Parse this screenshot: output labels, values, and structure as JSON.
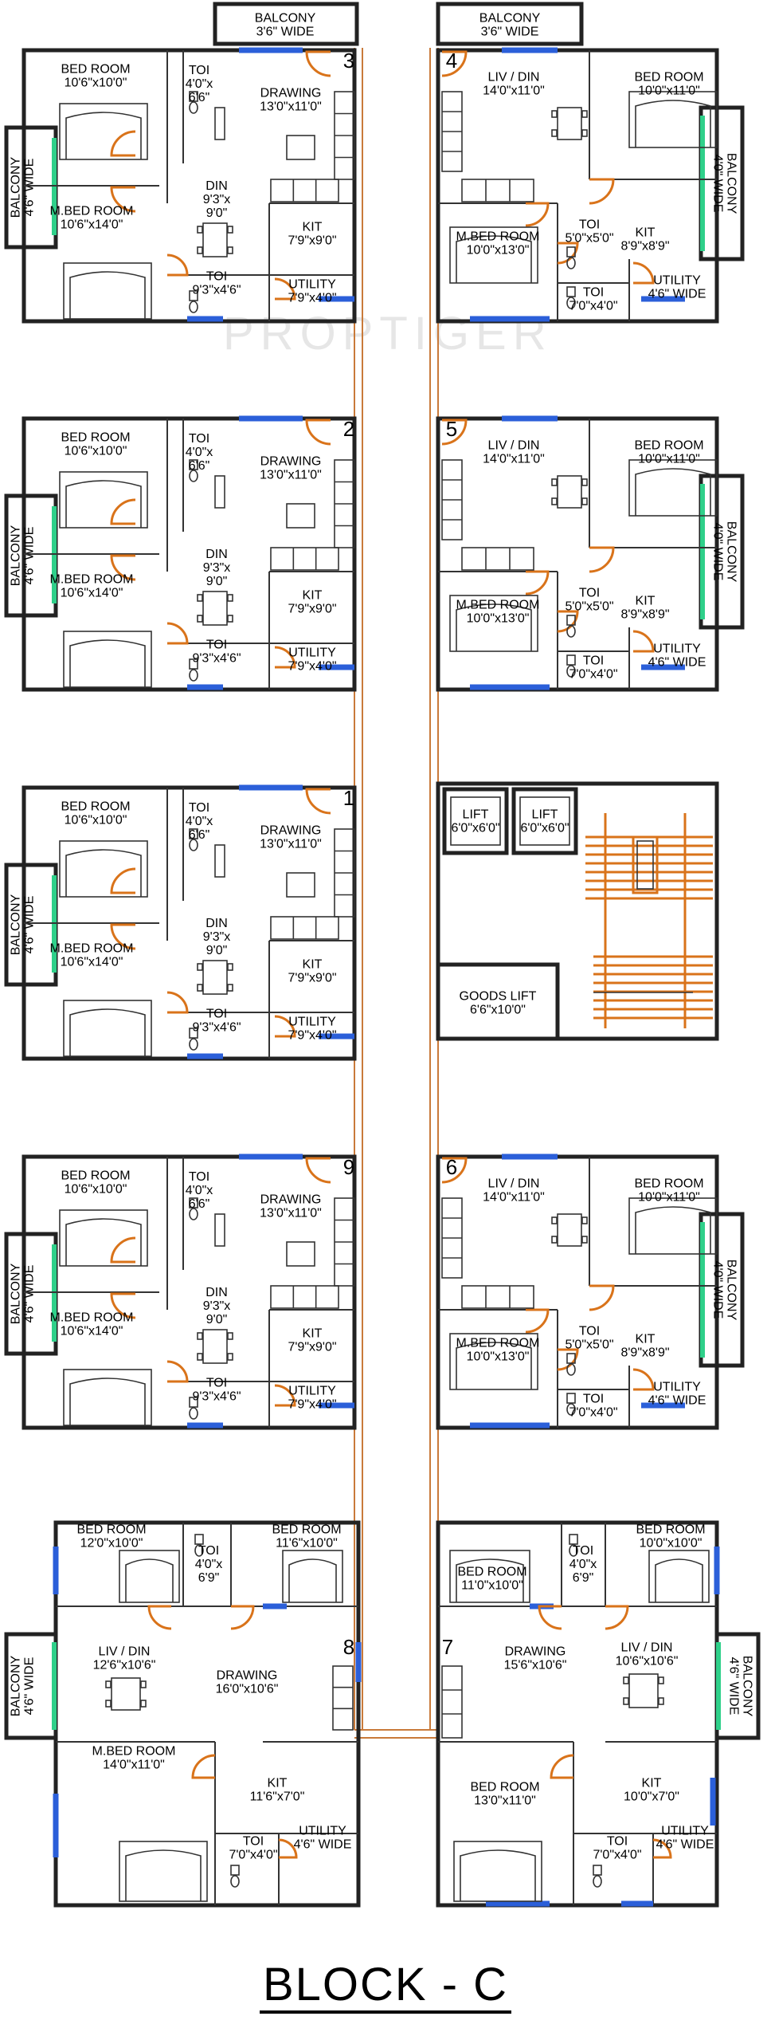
{
  "watermark": "PROPTIGER",
  "title": "BLOCK - C",
  "units": {
    "u3": {
      "num": "3",
      "balcony_top": "BALCONY\n3'6\" WIDE",
      "bal_side": "BALCONY\n4'6\" WIDE",
      "bed": "BED ROOM\n10'6\"x10'0\"",
      "toi": "TOI\n4'0\"x\n6'6\"",
      "drawing": "DRAWING\n13'0\"x11'0\"",
      "mbed": "M.BED ROOM\n10'6\"x14'0\"",
      "din": "DIN\n9'3\"x\n9'0\"",
      "kit": "KIT\n7'9\"x9'0\"",
      "toi2": "TOI\n9'3\"x4'6\"",
      "utility": "UTILITY\n7'9\"x4'0\""
    },
    "u4": {
      "num": "4",
      "balcony_top": "BALCONY\n3'6\" WIDE",
      "livdin": "LIV / DIN\n14'0\"x11'0\"",
      "bed": "BED ROOM\n10'0\"x11'0\"",
      "bal_side": "BALCONY\n4'0\" WIDE",
      "mbed": "M.BED ROOM\n10'0\"x13'0\"",
      "toi": "TOI\n5'0\"x5'0\"",
      "kit": "KIT\n8'9\"x8'9\"",
      "toi2": "TOI\n7'0\"x4'0\"",
      "utility": "UTILITY\n4'6\" WIDE"
    },
    "u2": {
      "num": "2",
      "bal_side": "BALCONY\n4'6\" WIDE",
      "bed": "BED ROOM\n10'6\"x10'0\"",
      "toi": "TOI\n4'0\"x\n6'6\"",
      "drawing": "DRAWING\n13'0\"x11'0\"",
      "mbed": "M.BED ROOM\n10'6\"x14'0\"",
      "din": "DIN\n9'3\"x\n9'0\"",
      "kit": "KIT\n7'9\"x9'0\"",
      "toi2": "TOI\n9'3\"x4'6\"",
      "utility": "UTILITY\n7'9\"x4'0\""
    },
    "u5": {
      "num": "5",
      "livdin": "LIV / DIN\n14'0\"x11'0\"",
      "bed": "BED ROOM\n10'0\"x11'0\"",
      "bal_side": "BALCONY\n4'0\" WIDE",
      "mbed": "M.BED ROOM\n10'0\"x13'0\"",
      "toi": "TOI\n5'0\"x5'0\"",
      "kit": "KIT\n8'9\"x8'9\"",
      "toi2": "TOI\n7'0\"x4'0\"",
      "utility": "UTILITY\n4'6\" WIDE"
    },
    "u1": {
      "num": "1",
      "bal_side": "BALCONY\n4'6\" WIDE",
      "bed": "BED ROOM\n10'6\"x10'0\"",
      "toi": "TOI\n4'0\"x\n6'6\"",
      "drawing": "DRAWING\n13'0\"x11'0\"",
      "mbed": "M.BED ROOM\n10'6\"x14'0\"",
      "din": "DIN\n9'3\"x\n9'0\"",
      "kit": "KIT\n7'9\"x9'0\"",
      "toi2": "TOI\n9'3\"x4'6\"",
      "utility": "UTILITY\n7'9\"x4'0\""
    },
    "core": {
      "lift1": "LIFT\n6'0\"x6'0\"",
      "lift2": "LIFT\n6'0\"x6'0\"",
      "goods": "GOODS LIFT\n6'6\"x10'0\""
    },
    "u9": {
      "num": "9",
      "bal_side": "BALCONY\n4'6\" WIDE",
      "bed": "BED ROOM\n10'6\"x10'0\"",
      "toi": "TOI\n4'0\"x\n6'6\"",
      "drawing": "DRAWING\n13'0\"x11'0\"",
      "mbed": "M.BED ROOM\n10'6\"x14'0\"",
      "din": "DIN\n9'3\"x\n9'0\"",
      "kit": "KIT\n7'9\"x9'0\"",
      "toi2": "TOI\n9'3\"x4'6\"",
      "utility": "UTILITY\n7'9\"x4'0\""
    },
    "u6": {
      "num": "6",
      "livdin": "LIV / DIN\n14'0\"x11'0\"",
      "bed": "BED ROOM\n10'0\"x11'0\"",
      "bal_side": "BALCONY\n4'0\" WIDE",
      "mbed": "M.BED ROOM\n10'0\"x13'0\"",
      "toi": "TOI\n5'0\"x5'0\"",
      "kit": "KIT\n8'9\"x8'9\"",
      "toi2": "TOI\n7'0\"x4'0\"",
      "utility": "UTILITY\n4'6\" WIDE"
    },
    "u8": {
      "num": "8",
      "bed1": "BED ROOM\n12'0\"x10'0\"",
      "toi": "TOI\n4'0\"x\n6'9\"",
      "bed2": "BED ROOM\n11'6\"x10'0\"",
      "bal_side": "BALCONY\n4'6\" WIDE",
      "livdin": "LIV / DIN\n12'6\"x10'6\"",
      "drawing": "DRAWING\n16'0\"x10'6\"",
      "mbed": "M.BED ROOM\n14'0\"x11'0\"",
      "kit": "KIT\n11'6\"x7'0\"",
      "toi2": "TOI\n7'0\"x4'0\"",
      "utility": "UTILITY\n4'6\" WIDE"
    },
    "u7": {
      "num": "7",
      "bed1": "BED ROOM\n11'0\"x10'0\"",
      "toi": "TOI\n4'0\"x\n6'9\"",
      "bed2": "BED ROOM\n10'0\"x10'0\"",
      "bal_side": "BALCONY\n4'6\" WIDE",
      "drawing": "DRAWING\n15'6\"x10'6\"",
      "livdin": "LIV / DIN\n10'6\"x10'6\"",
      "bed3": "BED ROOM\n13'0\"x11'0\"",
      "kit": "KIT\n10'0\"x7'0\"",
      "toi2": "TOI\n7'0\"x4'0\"",
      "utility": "UTILITY\n4'6\" WIDE"
    }
  }
}
